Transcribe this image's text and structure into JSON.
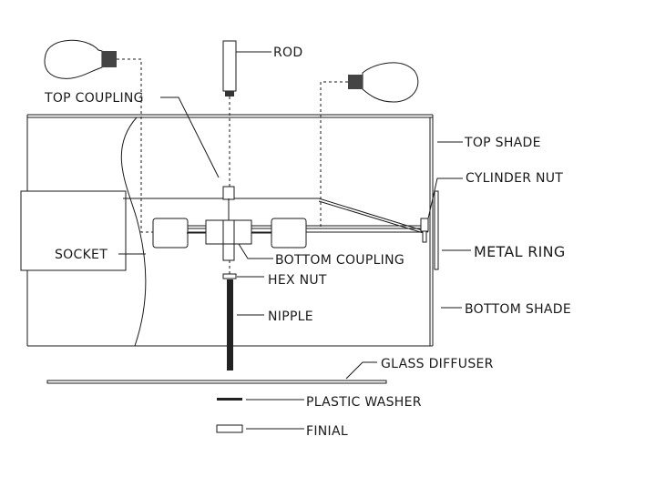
{
  "diagram": {
    "labels": {
      "rod": "ROD",
      "top_coupling": "TOP COUPLING",
      "top_shade": "TOP SHADE",
      "cylinder_nut": "CYLINDER NUT",
      "socket": "SOCKET",
      "metal_ring": "METAL RING",
      "bottom_coupling": "BOTTOM COUPLING",
      "hex_nut": "HEX NUT",
      "bottom_shade": "BOTTOM SHADE",
      "nipple": "NIPPLE",
      "glass_diffuser": "GLASS DIFFUSER",
      "plastic_washer": "PLASTIC WASHER",
      "finial": "FINIAL"
    },
    "colors": {
      "stroke": "#1a1a1a",
      "background": "#ffffff"
    }
  }
}
